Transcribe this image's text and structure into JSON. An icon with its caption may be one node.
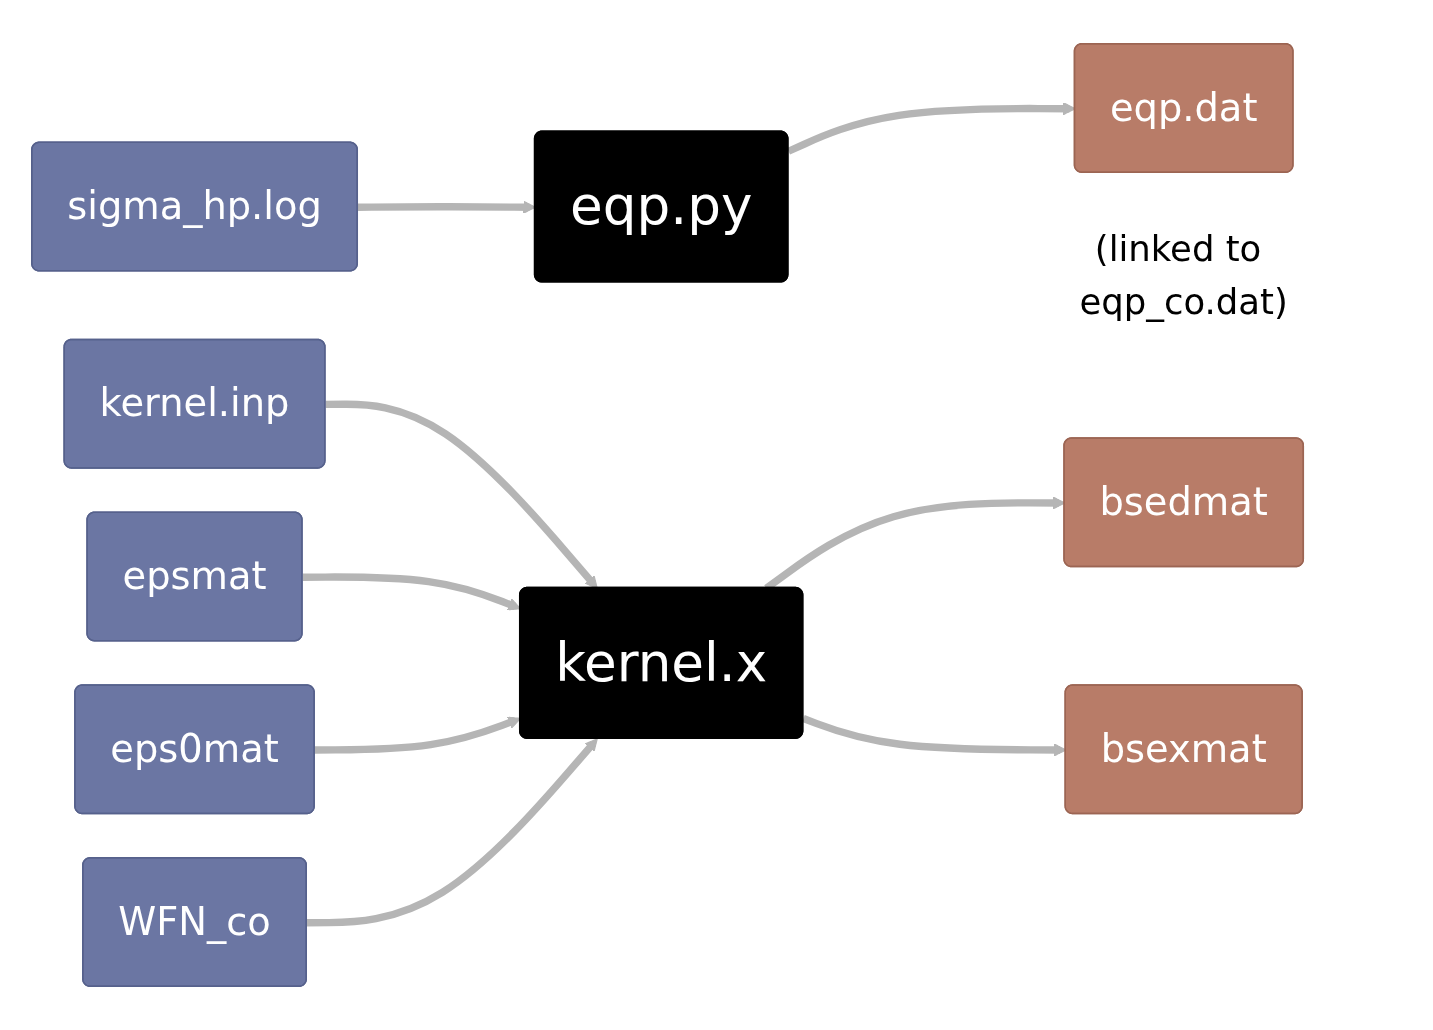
{
  "diagram": {
    "nodes": [
      {
        "text": [
          "sigma_hp.log"
        ]
      },
      {
        "text": [
          "eqp.py"
        ]
      },
      {
        "text": [
          "eqp.dat"
        ],
        "beside": [
          "(linked to eqp_co.dat)"
        ]
      },
      {
        "text": [
          "kernel.inp"
        ]
      },
      {
        "text": [
          "epsmat"
        ]
      },
      {
        "text": [
          "eps0mat"
        ]
      },
      {
        "text": [
          "WFN_co"
        ]
      },
      {
        "text": [
          "kernel.x"
        ]
      },
      {
        "text": [
          "bsedmat"
        ]
      },
      {
        "text": [
          "bsexmat"
        ]
      }
    ],
    "edges": [
      {
        "from": 0,
        "to": 1,
        "arrow": "to"
      },
      {
        "from": 1,
        "to": 2,
        "arrow": "to"
      },
      {
        "from": 3,
        "to": 7,
        "arrow": "to"
      },
      {
        "from": 4,
        "to": 7,
        "arrow": "to"
      },
      {
        "from": 5,
        "to": 7,
        "arrow": "to"
      },
      {
        "from": 6,
        "to": 7,
        "arrow": "to"
      },
      {
        "from": 7,
        "to": 8,
        "arrow": "to"
      },
      {
        "from": 7,
        "to": 9,
        "arrow": "to"
      }
    ]
  }
}
